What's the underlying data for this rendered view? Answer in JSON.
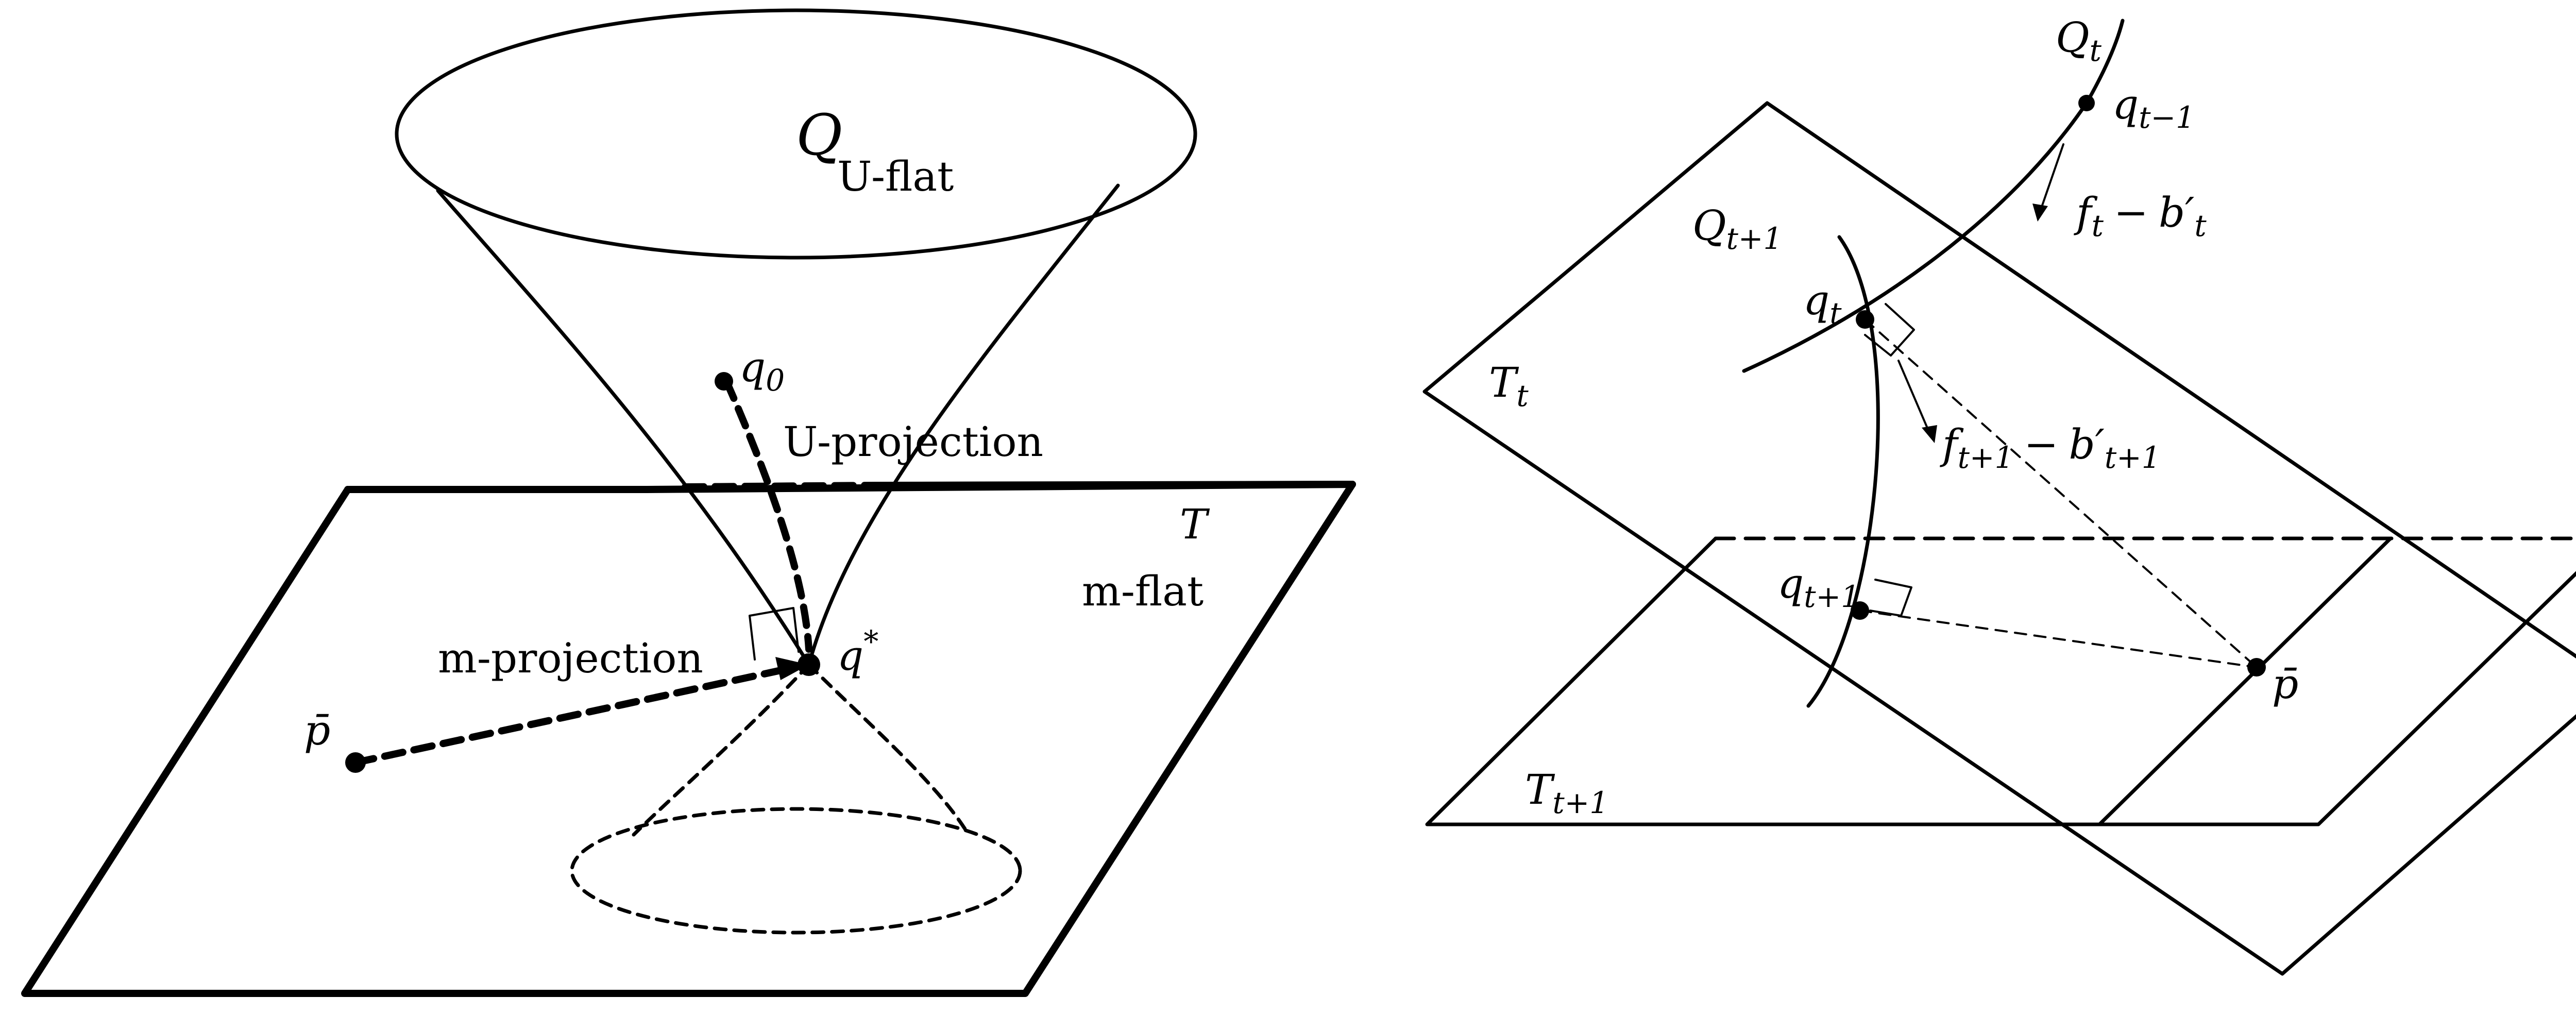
{
  "left_panel": {
    "manifold_label": "Q",
    "manifold_sub": "U-flat",
    "plane_label": "T",
    "plane_sub": "m-flat",
    "q0_label": "q",
    "q0_sub": "0",
    "qstar_label": "q",
    "qstar_sup": "*",
    "pbar_label": "p̄",
    "u_projection": "U-projection",
    "m_projection": "m-projection"
  },
  "right_panel": {
    "Qt_label": "Q",
    "Qt_sub": "t",
    "Qt1_label": "Q",
    "Qt1_sub": "t+1",
    "qt_minus1_label": "q",
    "qt_minus1_sub": "t−1",
    "qt_label": "q",
    "qt_sub": "t",
    "qt1_label": "q",
    "qt1_sub": "t+1",
    "Tt_label": "T",
    "Tt_sub": "t",
    "Tt1_label": "T",
    "Tt1_sub": "t+1",
    "pbar_label": "p̄",
    "ft_label": "f",
    "ft_sub": "t",
    "bt_label": "b′",
    "bt_sub": "t",
    "ft1_label": "f",
    "ft1_sub": "t+1",
    "bt1_label": "b′",
    "bt1_sub": "t+1",
    "minus": "−"
  }
}
